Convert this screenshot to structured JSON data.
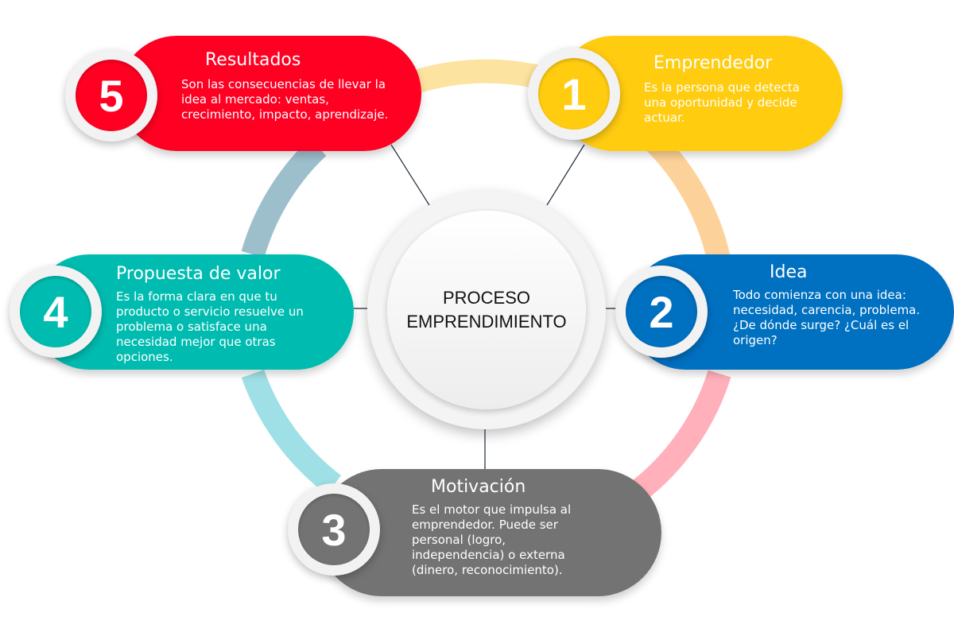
{
  "center": {
    "line1": "PROCESO",
    "line2": "EMPRENDIMIENTO"
  },
  "steps": [
    {
      "number": "1",
      "title": "Emprendedor",
      "description": "Es la persona que detecta una oportunidad y decide actuar.",
      "color": "#ffcc10"
    },
    {
      "number": "2",
      "title": "Idea",
      "description": "Todo comienza con una idea: necesidad, carencia, problema. ¿De dónde surge? ¿Cuál es el origen?",
      "color": "#0070c0"
    },
    {
      "number": "3",
      "title": "Motivación",
      "description": "Es el motor que impulsa al emprendedor. Puede ser personal (logro, independencia) o externa (dinero, reconocimiento).",
      "color": "#737373"
    },
    {
      "number": "4",
      "title": "Propuesta de valor",
      "description": "Es la forma clara en que tu producto o servicio resuelve un problema o satisface una necesidad mejor que otras opciones.",
      "color": "#00bcb0"
    },
    {
      "number": "5",
      "title": "Resultados",
      "description": "Son las consecuencias de llevar la idea al mercado: ventas, crecimiento, impacto, aprendizaje.",
      "color": "#ff0022"
    }
  ]
}
